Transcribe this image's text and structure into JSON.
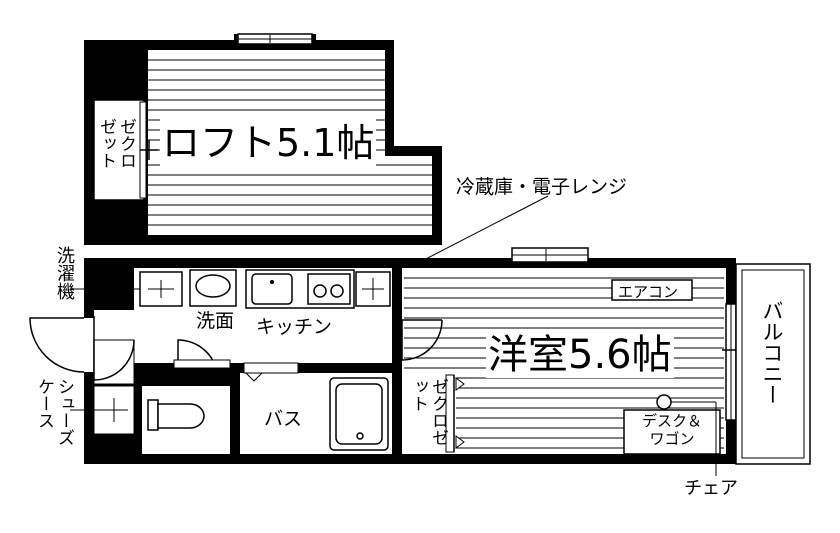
{
  "rooms": {
    "loft": "ロフト5.1帖",
    "western": "洋室5.6帖",
    "bath": "バス",
    "kitchen": "キッチン",
    "washroom": "洗面",
    "balcony": "バルコニー"
  },
  "closets": {
    "loft_closet": "ゼクロゼット",
    "room_closet": "ゼクロゼット"
  },
  "labels": {
    "fridge": "冷蔵庫・電子レンジ",
    "washing_machine": "洗濯機",
    "shoe_case": "シューズケース",
    "aircon": "エアコン",
    "desk_line1": "デスク＆",
    "desk_line2": "ワゴン",
    "chair": "チェア"
  }
}
